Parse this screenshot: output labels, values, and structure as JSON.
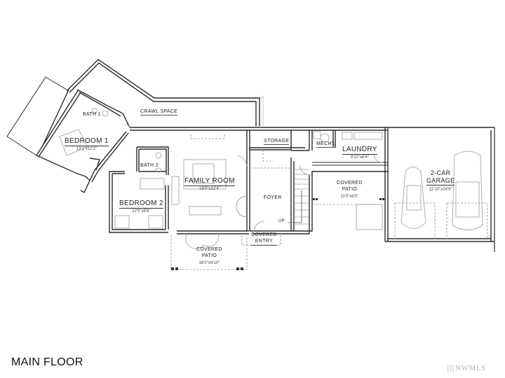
{
  "title": "MAIN FLOOR",
  "watermark": {
    "icon": "nwmls-logo-icon",
    "glyph": "⸾⸾⸾",
    "text": "NWMLS"
  },
  "rooms": {
    "crawl_space": {
      "name": "CRAWL SPACE",
      "dims": ""
    },
    "bedroom1": {
      "name": "BEDROOM 1",
      "dims": "13'1\"x12'2\""
    },
    "bath1": {
      "name": "BATH 1",
      "dims": ""
    },
    "bath2": {
      "name": "BATH 2",
      "dims": ""
    },
    "bedroom2": {
      "name": "BEDROOM 2",
      "dims": "12'0\"x8'8\""
    },
    "family_room": {
      "name": "FAMILY ROOM",
      "dims": "18'0\"x22'4\""
    },
    "storage": {
      "name": "STORAGE",
      "dims": ""
    },
    "mechl": {
      "name": "MECH'L",
      "dims": ""
    },
    "laundry": {
      "name": "LAUNDRY",
      "dims": "9'10\"x8'4\""
    },
    "foyer": {
      "name": "FOYER",
      "dims": ""
    },
    "covered_patio_rear": {
      "line1": "COVERED",
      "line2": "PATIO",
      "dims": "11'0\"x8'0\""
    },
    "covered_entry": {
      "line1": "COVERED",
      "line2": "ENTRY"
    },
    "covered_patio_front": {
      "line1": "COVERED",
      "line2": "PATIO",
      "dims": "16'0\"x9'10\""
    },
    "garage": {
      "line1": "2-CAR",
      "line2": "GARAGE",
      "dims": "22'10\"x24'9\""
    },
    "stair_label": "UP"
  },
  "colors": {
    "wall": "#2a2a2a",
    "fixture": "#9a9a9a",
    "dashed": "#8c8c8c",
    "text": "#222222",
    "watermark": "#b5b5b5"
  }
}
